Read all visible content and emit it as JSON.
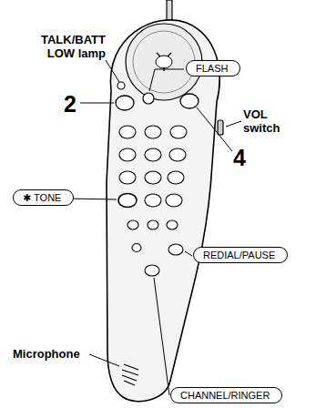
{
  "diagram": {
    "nodes": [
      {
        "text": [
          "FLASH"
        ]
      },
      {
        "text": [
          "✱ TONE"
        ]
      },
      {
        "text": [
          "REDIAL/PAUSE"
        ]
      },
      {
        "text": [
          "CHANNEL/RINGER"
        ]
      }
    ],
    "labels": [
      "TALK/BATT LOW lamp",
      "2",
      "VOL switch",
      "4",
      "Microphone"
    ]
  }
}
